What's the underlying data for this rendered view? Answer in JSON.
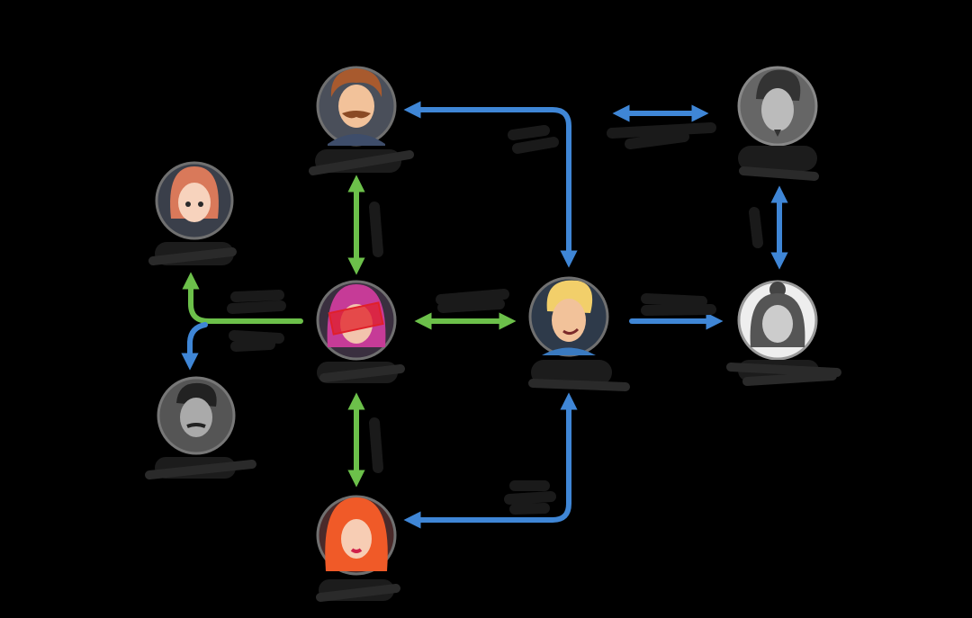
{
  "diagram": {
    "type": "character-relationship-map",
    "colors": {
      "background": "#000000",
      "family_link": "#6cc04a",
      "other_link": "#3f86d6",
      "node_ring": "#6a6a6a",
      "label_pill": "#1c1c1c",
      "stamp": "#e0202a"
    },
    "nodes": [
      {
        "id": "mustache-man",
        "icon": "avatar-man-mustache",
        "grayscale": false
      },
      {
        "id": "orange-hair-girl",
        "icon": "avatar-girl-orange-hair",
        "grayscale": false
      },
      {
        "id": "center-pink-hair",
        "icon": "avatar-woman-pink-hair-stamped",
        "grayscale": false
      },
      {
        "id": "gray-mustache-man",
        "icon": "avatar-man-mustache",
        "grayscale": true
      },
      {
        "id": "red-hair-woman",
        "icon": "avatar-woman-red-hair",
        "grayscale": false
      },
      {
        "id": "blond-man",
        "icon": "avatar-man-blond",
        "grayscale": false
      },
      {
        "id": "gray-man",
        "icon": "avatar-man-smirk",
        "grayscale": true
      },
      {
        "id": "gray-girl",
        "icon": "avatar-girl-bun",
        "grayscale": true
      }
    ]
  }
}
